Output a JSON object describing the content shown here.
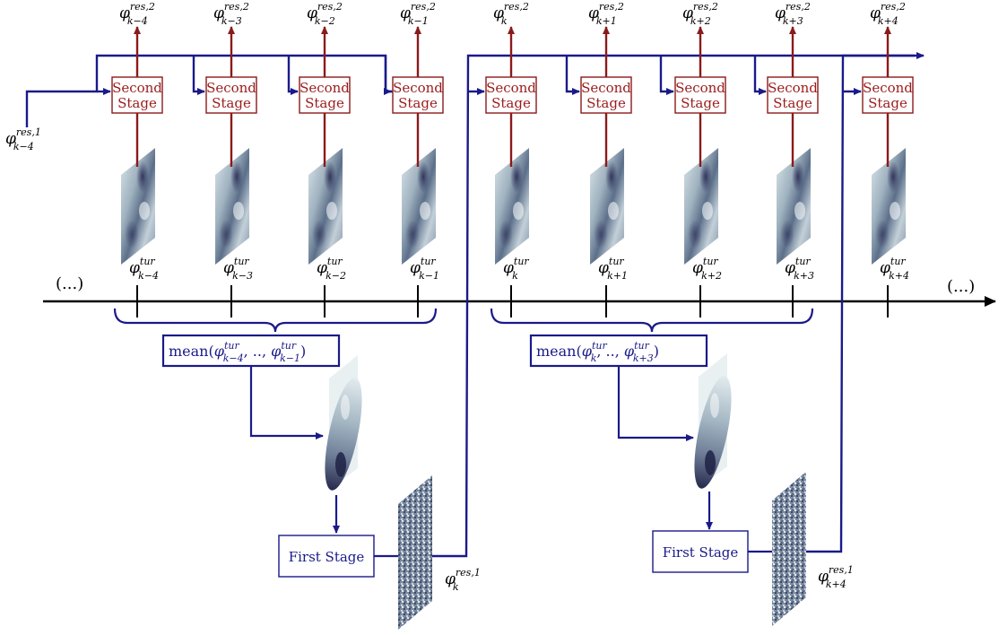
{
  "stage_labels": {
    "second_stage_line1": "Second",
    "second_stage_line2": "Stage",
    "first_stage": "First Stage"
  },
  "timeline": {
    "ellipsis_left": "(...)",
    "ellipsis_right": "(...)"
  },
  "symbols": {
    "phi": "φ"
  },
  "steps": [
    {
      "index": "k−4",
      "res2_sup": "res,2",
      "tur_sup": "tur"
    },
    {
      "index": "k−3",
      "res2_sup": "res,2",
      "tur_sup": "tur"
    },
    {
      "index": "k−2",
      "res2_sup": "res,2",
      "tur_sup": "tur"
    },
    {
      "index": "k−1",
      "res2_sup": "res,2",
      "tur_sup": "tur"
    },
    {
      "index": "k",
      "res2_sup": "res,2",
      "tur_sup": "tur"
    },
    {
      "index": "k+1",
      "res2_sup": "res,2",
      "tur_sup": "tur"
    },
    {
      "index": "k+2",
      "res2_sup": "res,2",
      "tur_sup": "tur"
    },
    {
      "index": "k+3",
      "res2_sup": "res,2",
      "tur_sup": "tur"
    },
    {
      "index": "k+4",
      "res2_sup": "res,2",
      "tur_sup": "tur"
    }
  ],
  "residual_inputs": [
    {
      "index": "k−4",
      "sup": "res,1"
    },
    {
      "index": "k",
      "sup": "res,1"
    },
    {
      "index": "k+4",
      "sup": "res,1"
    }
  ],
  "means": [
    {
      "prefix": "mean(",
      "a_sup": "tur",
      "a_sub": "k−4",
      "sep": ", .., ",
      "b_sup": "tur",
      "b_sub": "k−1",
      "suffix": ")"
    },
    {
      "prefix": "mean(",
      "a_sup": "tur",
      "a_sub": "k",
      "sep": ", .., ",
      "b_sup": "tur",
      "b_sub": "k+3",
      "suffix": ")"
    }
  ],
  "colors": {
    "blue": "#1a1a8a",
    "red": "#8b1a1a",
    "axis": "#000000"
  }
}
